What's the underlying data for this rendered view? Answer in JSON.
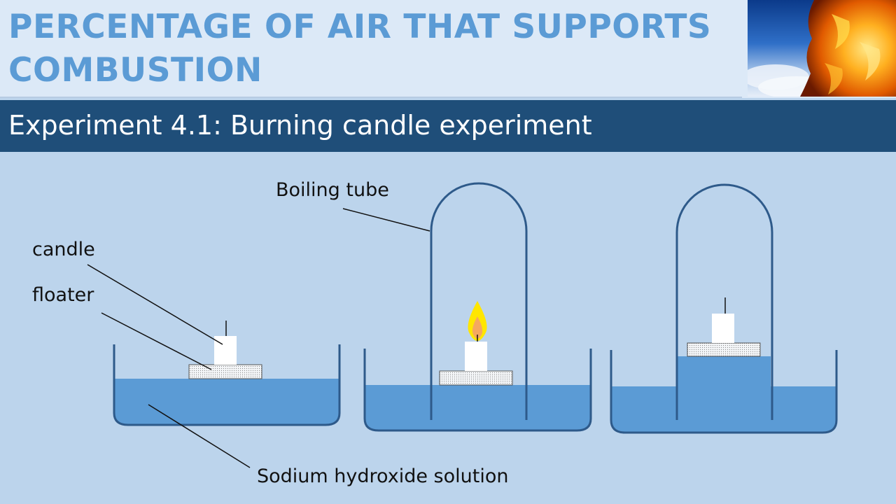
{
  "slide": {
    "title": "PERCENTAGE OF AIR THAT SUPPORTS COMBUSTION",
    "subtitle": "Experiment 4.1: Burning candle experiment"
  },
  "labels": {
    "boiling_tube": "Boiling tube",
    "candle": "candle",
    "floater": "floater",
    "sodium_hydroxide": "Sodium hydroxide solution"
  },
  "colors": {
    "background": "#bcd4ec",
    "title_text": "#5b9bd5",
    "subtitle_band": "#1f4e79",
    "liquid": "#5b9bd5",
    "outline": "#2e5a8a",
    "flame": "#ffe600"
  }
}
